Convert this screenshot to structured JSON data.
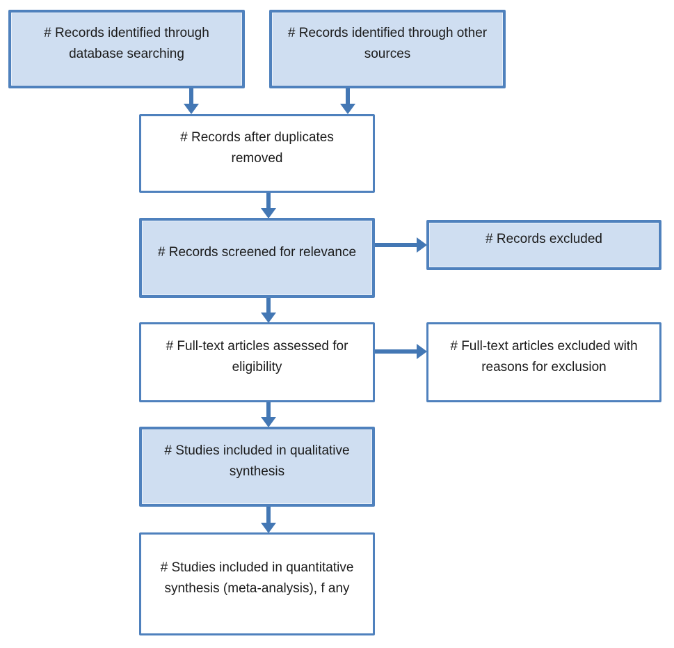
{
  "colors": {
    "box_fill": "#cfdef1",
    "box_border": "#4f81bd",
    "arrow": "#4377b4",
    "text": "#1b1b1b",
    "bg": "#ffffff"
  },
  "boxes": [
    {
      "label": "# Records identified through database searching"
    },
    {
      "label": "# Records identified through other sources"
    },
    {
      "label": "# Records after duplicates removed"
    },
    {
      "label": "# Records screened for relevance"
    },
    {
      "label": "# Records excluded"
    },
    {
      "label": "# Full-text articles assessed for eligibility"
    },
    {
      "label": "# Full-text articles excluded with reasons for exclusion"
    },
    {
      "label": "# Studies included in qualitative synthesis"
    },
    {
      "label": "# Studies included in quantitative synthesis (meta-analysis), f any"
    }
  ]
}
